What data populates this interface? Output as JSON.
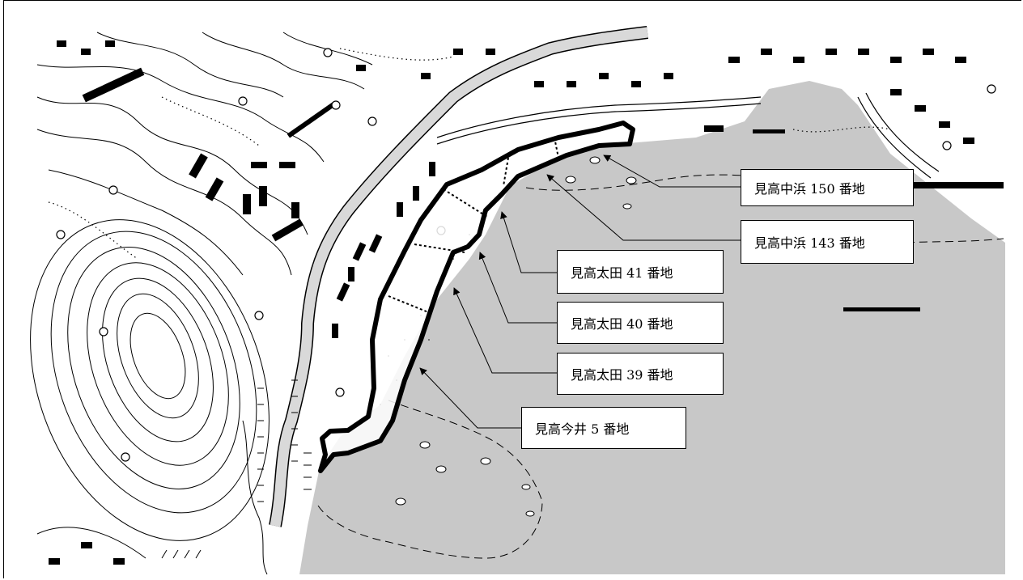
{
  "colors": {
    "sea": "#c8c8c8",
    "land": "#ffffff",
    "road": "#d9d9d9",
    "ink": "#000000"
  },
  "labels": [
    {
      "id": "nakahama-150",
      "text": "見高中浜 150 番地"
    },
    {
      "id": "nakahama-143",
      "text": "見高中浜 143 番地"
    },
    {
      "id": "ota-41",
      "text": "見高太田 41 番地"
    },
    {
      "id": "ota-40",
      "text": "見高太田 40 番地"
    },
    {
      "id": "ota-39",
      "text": "見高太田 39 番地"
    },
    {
      "id": "imai-5",
      "text": "見高今井 5 番地"
    }
  ]
}
